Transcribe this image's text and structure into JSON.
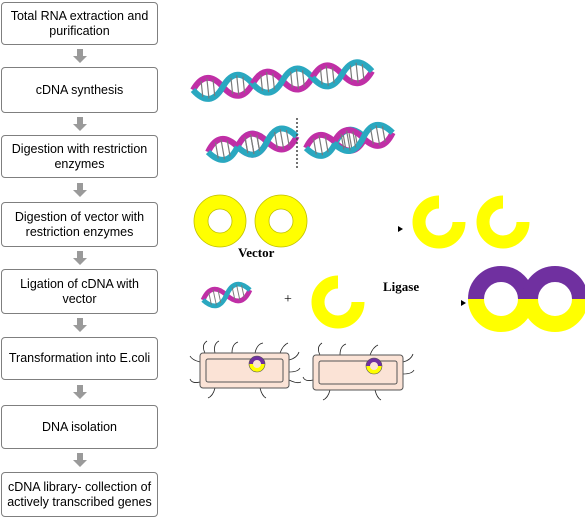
{
  "steps": [
    "Total RNA extraction and purification",
    "cDNA synthesis",
    "Digestion with restriction enzymes",
    "Digestion of vector with restriction enzymes",
    "Ligation of cDNA with vector",
    "Transformation into E.coli",
    "DNA isolation",
    "cDNA library- collection of actively transcribed genes"
  ],
  "labels": {
    "vector": "Vector",
    "ligase": "Ligase",
    "plus": "+"
  },
  "colors": {
    "dna_magenta": "#c02fa6",
    "dna_cyan": "#2aa8c0",
    "plasmid_yellow": "#ffff00",
    "insert_purple": "#7030a0",
    "cell_fill": "#fbe3d6"
  }
}
